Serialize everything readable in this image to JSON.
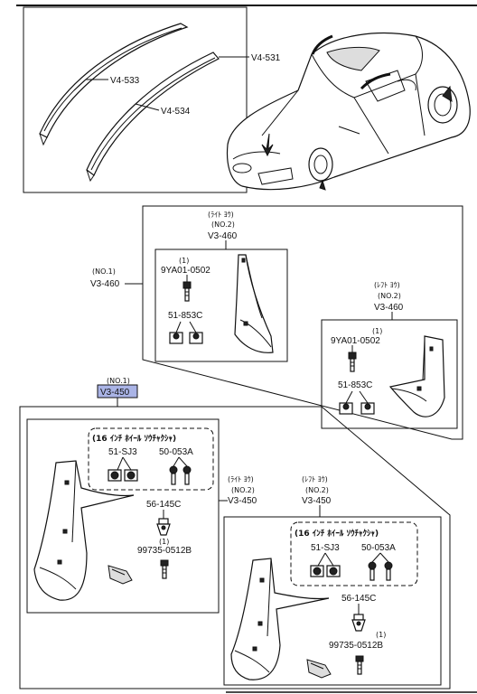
{
  "labels": {
    "v4_531": "V4-531",
    "v4_533": "V4-533",
    "v4_534": "V4-534",
    "upper_assembly": {
      "right_note": "(ﾗｲﾄ ﾖｳ)",
      "right_no": "(NO.2)",
      "right_part": "V3-460",
      "left_note": "(ﾚﾌﾄ ﾖｳ)",
      "left_no": "(NO.2)",
      "left_part": "V3-460",
      "main_no": "(NO.1)",
      "main_part": "V3-460",
      "qty_a": "(1)",
      "bolt_a": "9YA01-0502",
      "clip_a": "51-853C",
      "qty_b": "(1)",
      "bolt_b": "9YA01-0502",
      "clip_b": "51-853C"
    },
    "lower_assembly": {
      "main_no": "(NO.1)",
      "main_part": "V3-450",
      "right_note": "(ﾗｲﾄ ﾖｳ)",
      "right_no": "(NO.2)",
      "right_part": "V3-450",
      "left_note": "(ﾚﾌﾄ ﾖｳ)",
      "left_no": "(NO.2)",
      "left_part": "V3-450",
      "group_title_a": "(16 ｲﾝﾁ ﾎｲｰﾙ ｿｳﾁｬｸｼｬ)",
      "nut_a": "51-SJ3",
      "screw_a": "50-053A",
      "fastener_a": "56-145C",
      "qty_a": "(1)",
      "bolt_a": "99735-0512B",
      "group_title_b": "(16 ｲﾝﾁ ﾎｲｰﾙ ｿｳﾁｬｸｼｬ)",
      "nut_b": "51-SJ3",
      "screw_b": "50-053A",
      "fastener_b": "56-145C",
      "qty_b": "(1)",
      "bolt_b": "99735-0512B"
    }
  },
  "colors": {
    "highlight": "#aab4e6",
    "line": "#111111"
  }
}
